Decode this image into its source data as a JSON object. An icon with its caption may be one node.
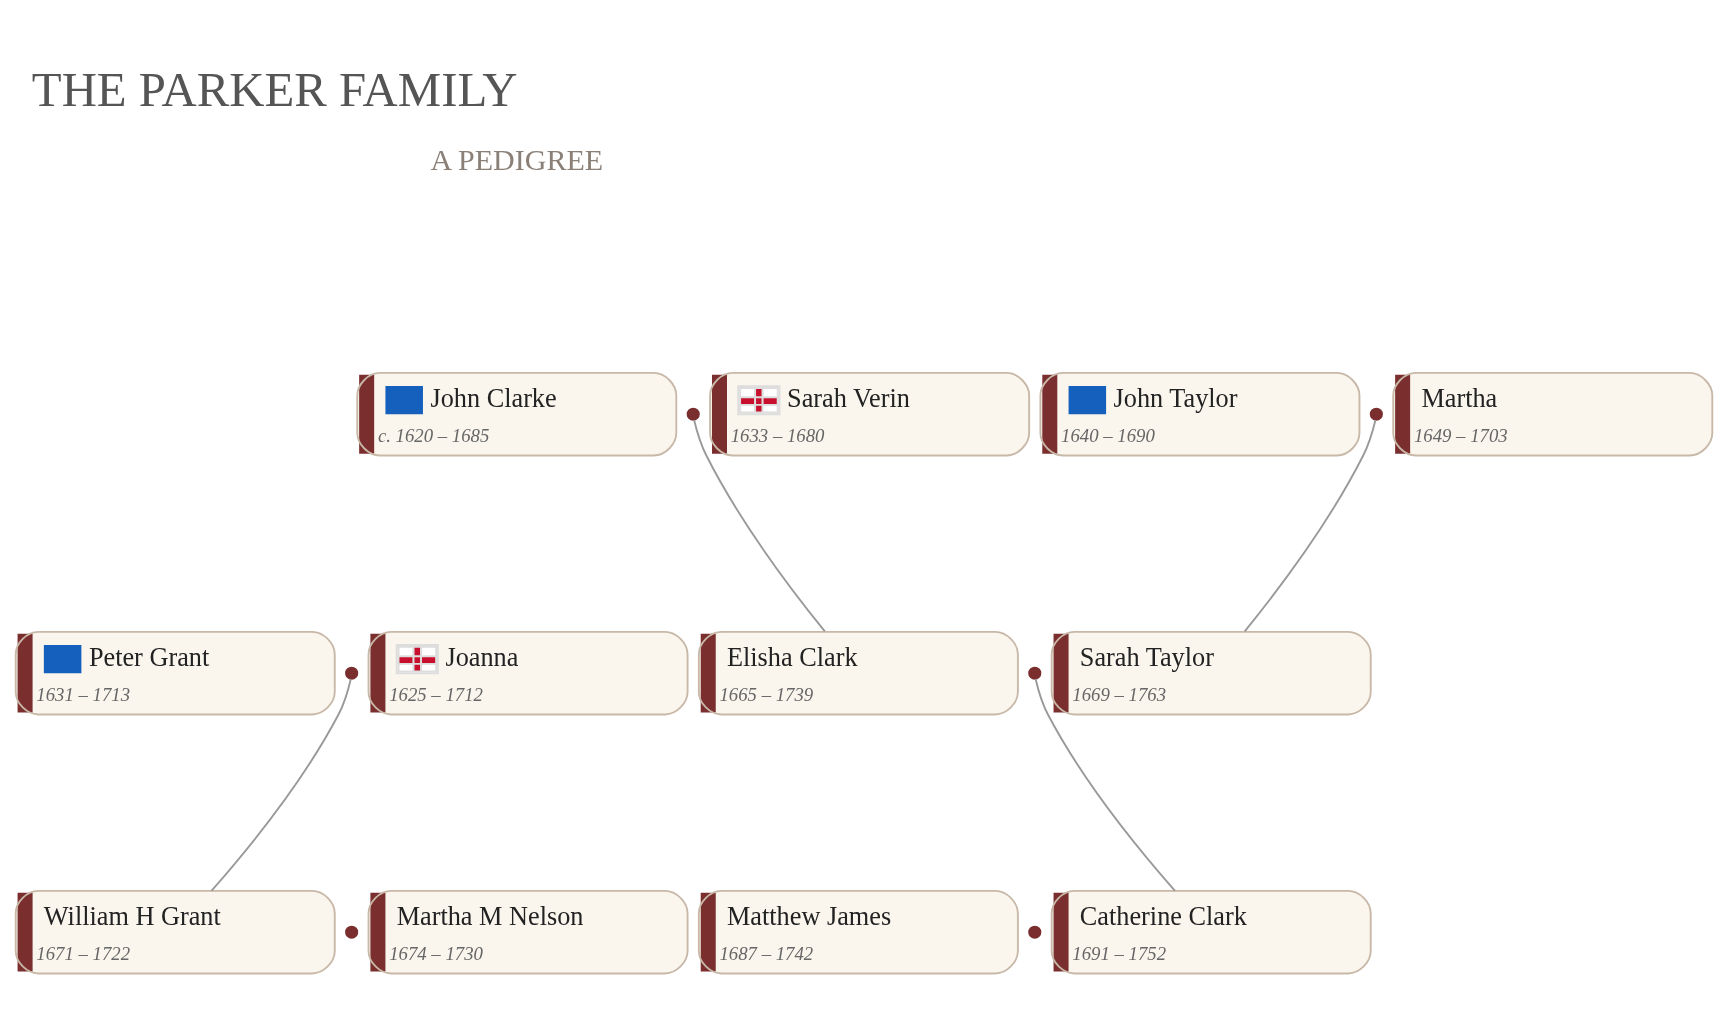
{
  "diagram": {
    "title": "THE PARKER FAMILY",
    "nodes": [
      {
        "text": [
          "John Clarke",
          "c. 1620 – 1685"
        ]
      },
      {
        "text": [
          "Sarah Verin",
          "1633 – 1680"
        ]
      },
      {
        "text": [
          "John Taylor",
          "1640 – 1690"
        ]
      },
      {
        "text": [
          "Martha",
          "1649 – 1703"
        ]
      },
      {
        "text": [
          "Peter Grant",
          "1631 – 1713"
        ]
      },
      {
        "text": [
          "Joanna",
          "1625 – 1712"
        ]
      },
      {
        "text": [
          "Elisha Clark",
          "1665 – 1739"
        ]
      },
      {
        "text": [
          "Sarah Taylor",
          "1669 – 1763"
        ]
      },
      {
        "text": [
          "William H Grant",
          "1671 – 1722"
        ]
      },
      {
        "text": [
          "Martha M Nelson",
          "1674 – 1730"
        ]
      },
      {
        "text": [
          "Matthew James",
          "1687 – 1742"
        ]
      },
      {
        "text": [
          "Catherine Clark",
          "1691 – 1752"
        ]
      },
      {
        "text": [],
        "shape": "circle"
      },
      {
        "text": [],
        "shape": "circle"
      },
      {
        "text": [],
        "shape": "circle"
      },
      {
        "text": [],
        "shape": "circle"
      },
      {
        "text": [],
        "shape": "circle"
      },
      {
        "text": [],
        "shape": "circle"
      }
    ],
    "edges": [
      {
        "from": 12,
        "to": 6,
        "arrow": "none"
      },
      {
        "from": 13,
        "to": 7,
        "arrow": "none"
      },
      {
        "from": 14,
        "to": 8,
        "arrow": "none"
      },
      {
        "from": 15,
        "to": 11,
        "arrow": "none"
      }
    ],
    "labels": [
      "A PEDIGREE"
    ]
  }
}
